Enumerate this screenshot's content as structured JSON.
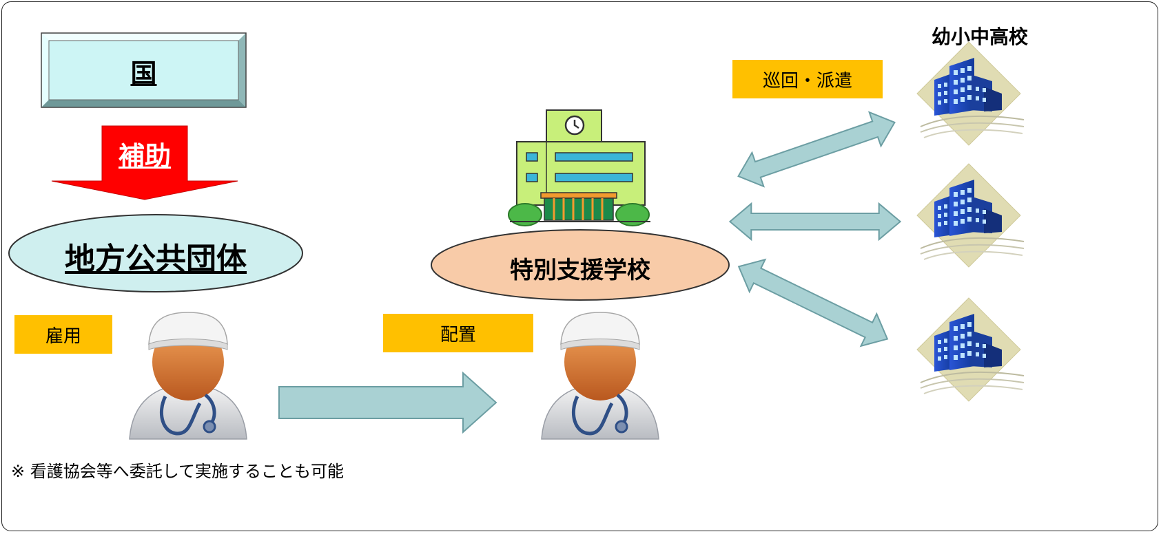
{
  "nodes": {
    "kuni": "国",
    "hojo": "補助",
    "chiho": "地方公共団体",
    "tokubetsu": "特別支援学校",
    "schools_title": "幼小中高校"
  },
  "labels": {
    "koyo": "雇用",
    "haichi": "配置",
    "junkai": "巡回・派遣"
  },
  "note": "※  看護協会等へ委託して実施することも可能",
  "icons": {
    "nurse": "nurse-icon",
    "school": "school-building-icon",
    "building": "office-building-icon"
  },
  "colors": {
    "kuni_fill": "#cdf5f5",
    "hojo_arrow": "#ff0000",
    "hojo_text": "#ffffff",
    "chiho_fill": "#cfefef",
    "tokubetsu_fill": "#f8cba8",
    "label_fill": "#ffc000",
    "arrow_fill": "#a9d1d3",
    "arrow_stroke": "#6c9ea3"
  }
}
